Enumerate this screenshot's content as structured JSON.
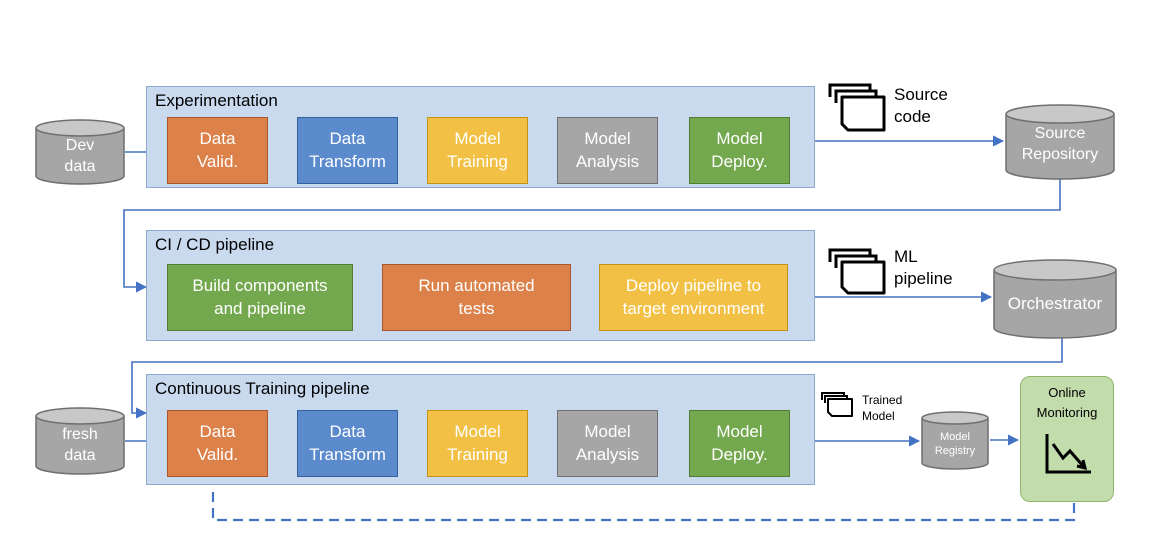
{
  "experimentation": {
    "title": "Experimentation",
    "steps": [
      "Data\nValid.",
      "Data\nTransform",
      "Model\nTraining",
      "Model\nAnalysis",
      "Model\nDeploy."
    ]
  },
  "cicd": {
    "title": "CI / CD pipeline",
    "steps": [
      "Build components\nand pipeline",
      "Run automated\ntests",
      "Deploy pipeline to\ntarget environment"
    ]
  },
  "ct": {
    "title": "Continuous Training pipeline",
    "steps": [
      "Data\nValid.",
      "Data\nTransform",
      "Model\nTraining",
      "Model\nAnalysis",
      "Model\nDeploy."
    ]
  },
  "stores": {
    "dev_data": "Dev\ndata",
    "fresh_data": "fresh\ndata",
    "source_repository": "Source\nRepository",
    "orchestrator": "Orchestrator",
    "model_registry": "Model\nRegistry"
  },
  "artifacts": {
    "source_code": "Source\ncode",
    "ml_pipeline": "ML\npipeline",
    "trained_model": "Trained\nModel"
  },
  "monitoring": {
    "label": "Online\nMonitoring",
    "icon": "declining-trend-chart-icon"
  },
  "colors": {
    "panel": "#c9d9ee",
    "orange": "#dc8149",
    "blue": "#5b8bcd",
    "yellow": "#f1c044",
    "gray": "#a6a6a6",
    "green": "#74a84e",
    "connector": "#4472c4",
    "monitor": "#c3dcac"
  }
}
